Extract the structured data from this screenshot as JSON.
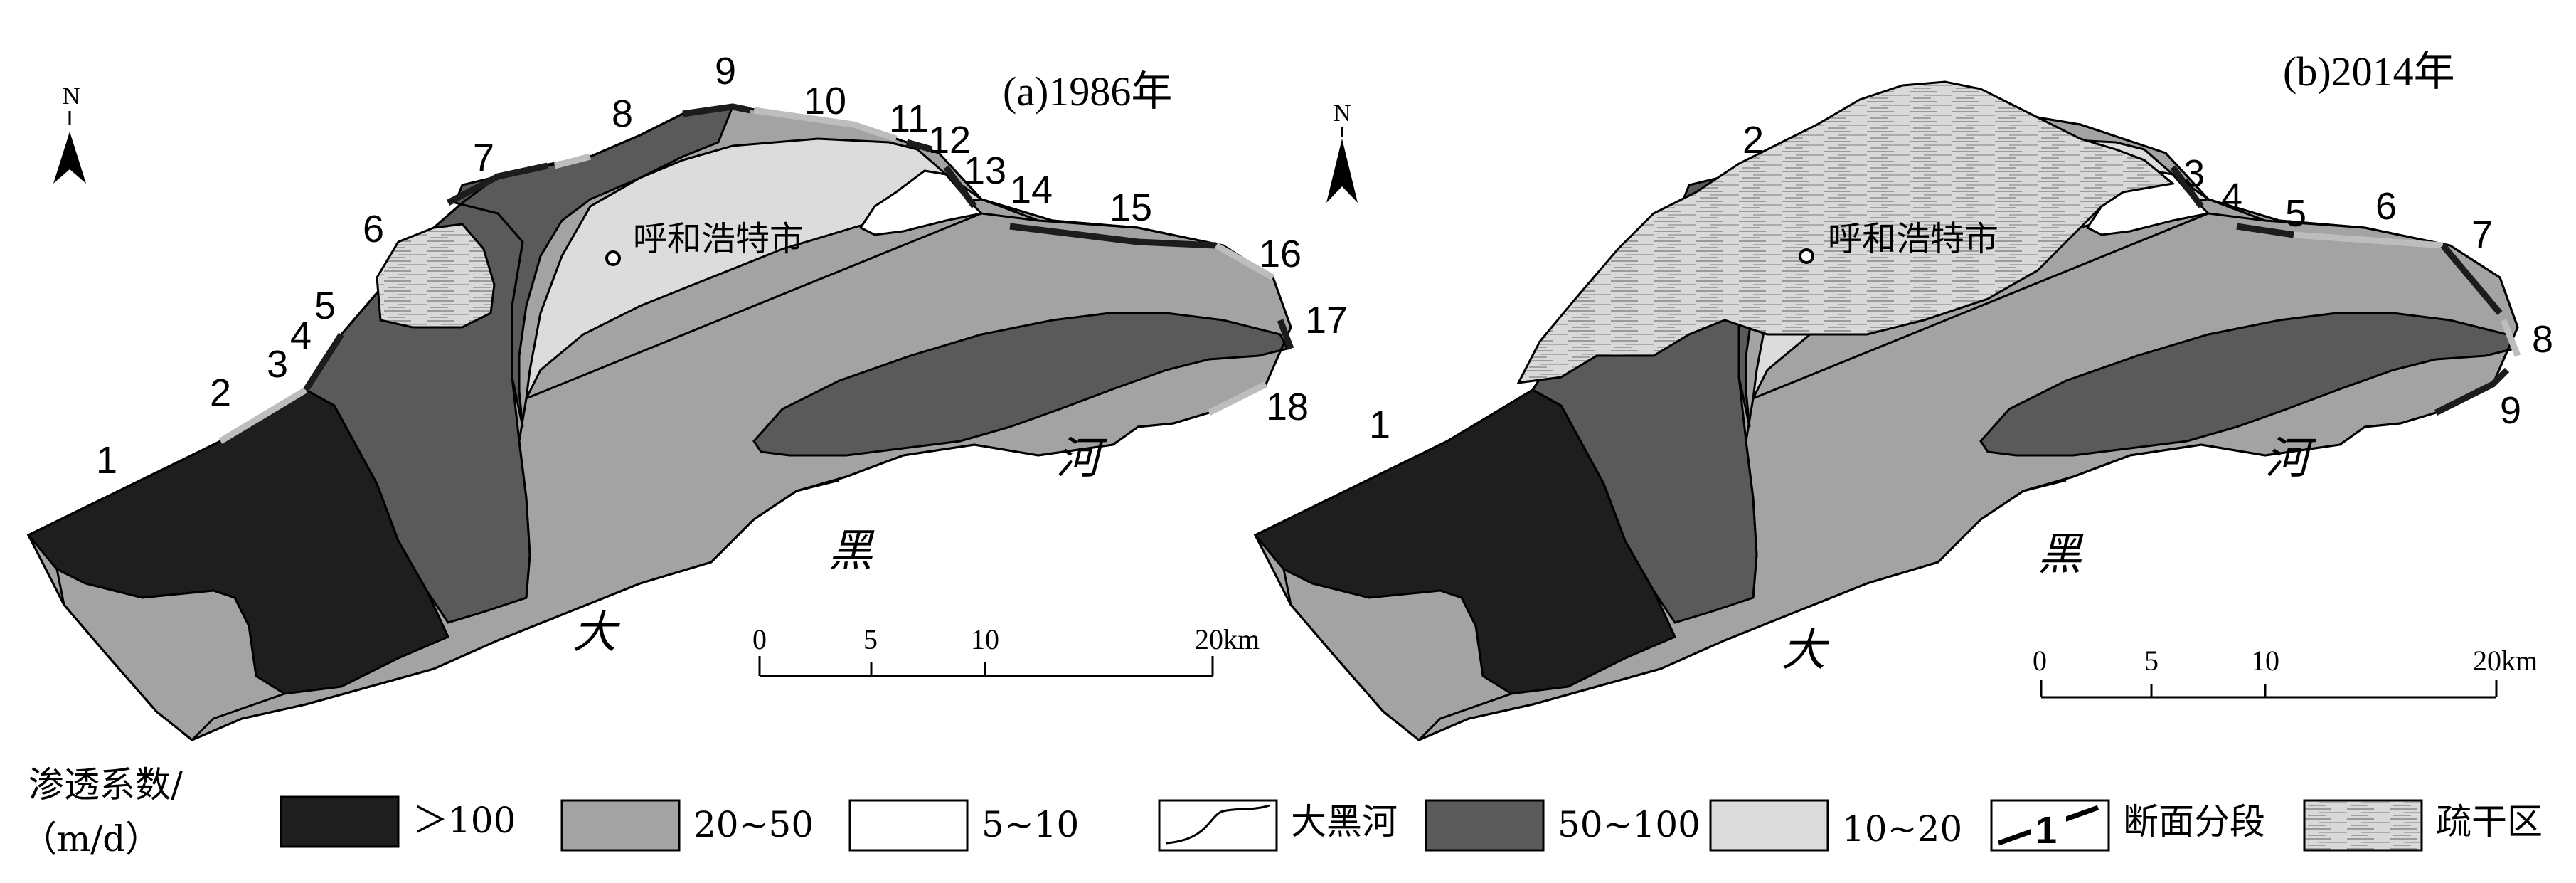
{
  "colors": {
    "gt100": "#1e1e1e",
    "c50_100": "#5a5a5a",
    "c20_50": "#a3a3a3",
    "c10_20": "#dcdcdc",
    "c5_10": "#ffffff",
    "drained": "#cfcfcf",
    "boundary_thick": "#1c1c1c",
    "boundary_thin": "#bdbdbd"
  },
  "panel_a": {
    "title": "(a)1986年",
    "city": "呼和浩特市",
    "north": "N",
    "river_chars": [
      "大",
      "黑",
      "河"
    ],
    "segments": [
      "1",
      "2",
      "3",
      "4",
      "5",
      "6",
      "7",
      "8",
      "9",
      "10",
      "11",
      "12",
      "13",
      "14",
      "15",
      "16",
      "17",
      "18"
    ],
    "scale_ticks": [
      "0",
      "5",
      "10",
      "20km"
    ]
  },
  "panel_b": {
    "title": "(b)2014年",
    "city": "呼和浩特市",
    "north": "N",
    "river_chars": [
      "大",
      "黑",
      "河"
    ],
    "segments": [
      "1",
      "2",
      "3",
      "4",
      "5",
      "6",
      "7",
      "8",
      "9"
    ],
    "scale_ticks": [
      "0",
      "5",
      "10",
      "20km"
    ]
  },
  "legend": {
    "title_line1": "渗透系数/",
    "title_line2": "（m/d）",
    "items": [
      {
        "key": "gt100",
        "label": "＞100"
      },
      {
        "key": "c20_50",
        "label": "20~50"
      },
      {
        "key": "c5_10",
        "label": "5~10"
      },
      {
        "key": "river",
        "label": "大黑河"
      },
      {
        "key": "c50_100",
        "label": "50~100"
      },
      {
        "key": "c10_20",
        "label": "10~20"
      },
      {
        "key": "section",
        "label": "断面分段",
        "badge": "1"
      },
      {
        "key": "drained",
        "label": "疏干区"
      }
    ]
  }
}
